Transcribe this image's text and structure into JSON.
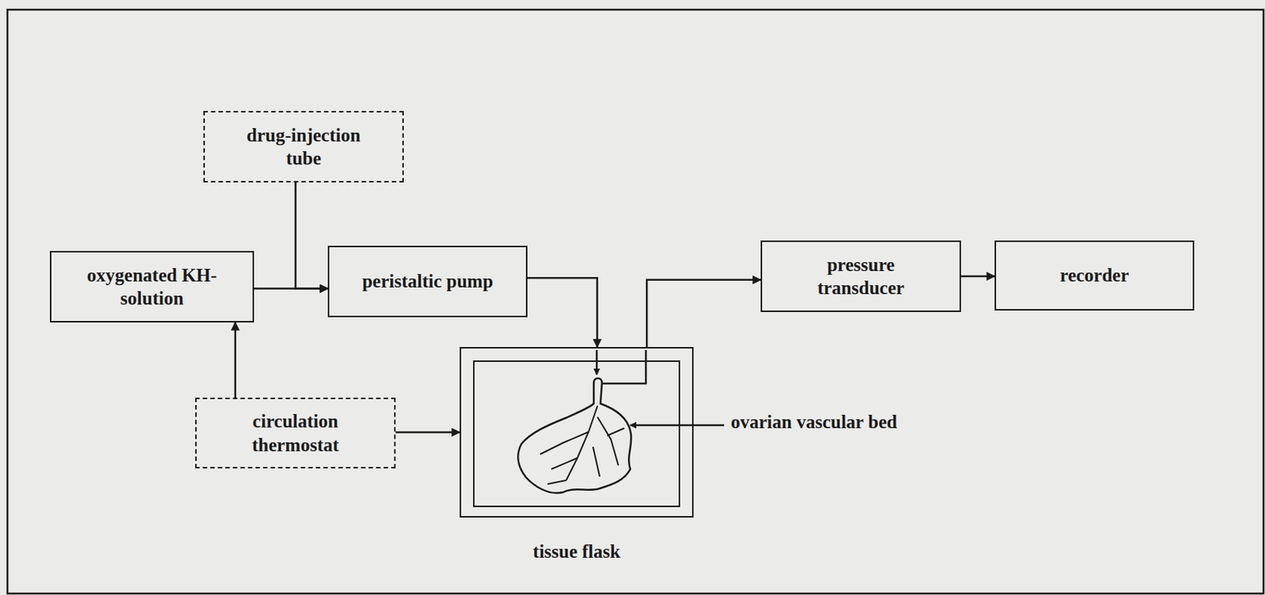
{
  "diagram": {
    "nodes": [
      {
        "text": [
          "drug-injection tube"
        ]
      },
      {
        "text": [
          "oxygenated KH-solution"
        ]
      },
      {
        "text": [
          "peristaltic pump"
        ]
      },
      {
        "text": [
          "pressure transducer"
        ]
      },
      {
        "text": [
          "recorder"
        ]
      },
      {
        "text": [
          "circulation thermostat"
        ]
      },
      {
        "text": [
          "tissue flask"
        ]
      }
    ],
    "edges": [
      {
        "from": 1,
        "to": 2,
        "arrow": "to"
      },
      {
        "from": 0,
        "to": 2,
        "arrow": "to"
      },
      {
        "from": 5,
        "to": 1,
        "arrow": "to"
      },
      {
        "from": 5,
        "to": 6,
        "arrow": "to"
      },
      {
        "from": 2,
        "to": 6,
        "arrow": "to"
      },
      {
        "from": 6,
        "to": 3,
        "arrow": "to"
      },
      {
        "from": 3,
        "to": 4,
        "arrow": "to"
      }
    ],
    "labels": [
      "ovarian vascular bed"
    ]
  }
}
